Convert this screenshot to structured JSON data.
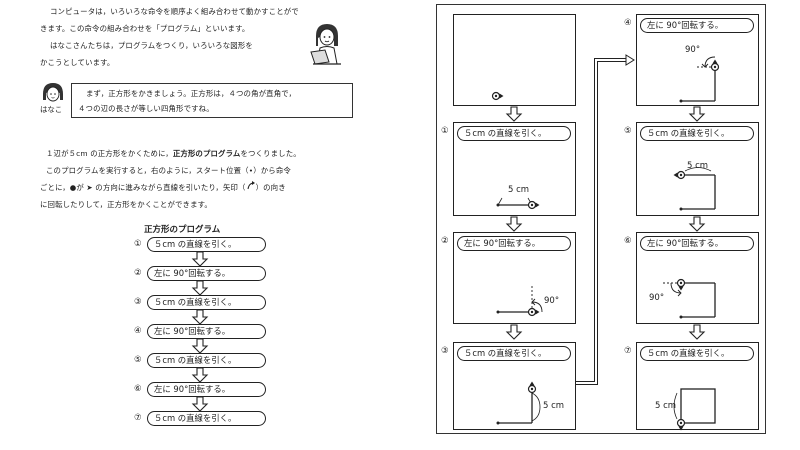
{
  "intro": {
    "line1": "コンピュータは，いろいろな命令を順序よく組み合わせて動かすことがで",
    "line2": "きます。この命令の組み合わせを「プログラム」といいます。",
    "line3": "はなこさんたちは，プログラムをつくり，いろいろな図形を",
    "line4": "かこうとしています。"
  },
  "speech": {
    "speaker": "はなこ",
    "line1": "まず，正方形をかきましょう。正方形は，４つの角が直角で，",
    "line2": "４つの辺の長さが等しい四角形ですね。"
  },
  "body": {
    "line1a": "１辺が５cm の正方形をかくために，",
    "line1b": "正方形のプログラム",
    "line1c": "をつくりました。",
    "line2": "このプログラムを実行すると，右のように，スタート位置（•）から命令",
    "line3": "ごとに，●が ➤ の方向に進みながら直線を引いたり，矢印（",
    "line3b": "）の向き",
    "line4": "に回転したりして，正方形をかくことができます。"
  },
  "program": {
    "title": "正方形のプログラム",
    "steps": [
      {
        "num": "①",
        "text": "５cm の直線を引く。"
      },
      {
        "num": "②",
        "text": "左に 90°回転する。"
      },
      {
        "num": "③",
        "text": "５cm の直線を引く。"
      },
      {
        "num": "④",
        "text": "左に 90°回転する。"
      },
      {
        "num": "⑤",
        "text": "５cm の直線を引く。"
      },
      {
        "num": "⑥",
        "text": "左に 90°回転する。"
      },
      {
        "num": "⑦",
        "text": "５cm の直線を引く。"
      }
    ]
  },
  "panel": {
    "steps": [
      {
        "num": "①",
        "text": "５cm の直線を引く。",
        "label": "5 cm"
      },
      {
        "num": "②",
        "text": "左に 90°回転する。",
        "label": "90°"
      },
      {
        "num": "③",
        "text": "５cm の直線を引く。",
        "label": "5 cm"
      },
      {
        "num": "④",
        "text": "左に 90°回転する。",
        "label": "90°"
      },
      {
        "num": "⑤",
        "text": "５cm の直線を引く。",
        "label": "5 cm"
      },
      {
        "num": "⑥",
        "text": "左に 90°回転する。",
        "label": "90°"
      },
      {
        "num": "⑦",
        "text": "５cm の直線を引く。",
        "label": "5 cm"
      }
    ]
  }
}
